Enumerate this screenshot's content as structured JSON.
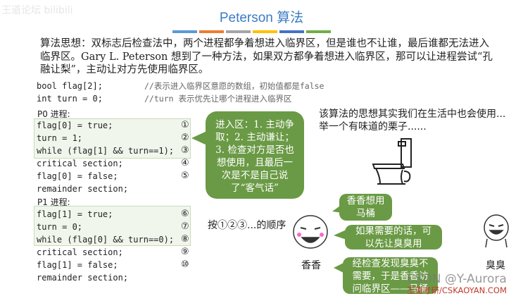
{
  "watermark_top": "王道论坛 bilibili",
  "title": "Peterson 算法",
  "accent_bars": [
    "#5b9bd5",
    "#ed7d31",
    "#a5a5a5",
    "#ffc000",
    "#4472c4",
    "#70ad47"
  ],
  "intro": "算法思想：双标志后检查法中，两个进程都争着想进入临界区，但是谁也不让谁，最后谁都无法进入临界区。Gary L. Peterson 想到了一种方法，如果双方都争着想进入临界区，那可以让进程尝试“孔融让梨”，主动让对方先使用临界区。",
  "decl": [
    {
      "code": "bool flag[2];",
      "comment": "//表示进入临界区意愿的数组，初始值都是false"
    },
    {
      "code": "int turn = 0;",
      "comment": "//turn 表示优先让哪个进程进入临界区"
    }
  ],
  "p0": {
    "label": "P0 进程:",
    "lines": [
      {
        "code": "flag[0] = true;",
        "num": "①"
      },
      {
        "code": "turn = 1;",
        "num": "②"
      },
      {
        "code": "while (flag[1] && turn==1);",
        "num": "③"
      },
      {
        "code": "critical section;",
        "num": "④"
      },
      {
        "code": "flag[0] = false;",
        "num": "⑤"
      },
      {
        "code": "remainder section;",
        "num": ""
      }
    ]
  },
  "p1": {
    "label": "P1 进程:",
    "lines": [
      {
        "code": "flag[1] = true;",
        "num": "⑥"
      },
      {
        "code": "turn = 0;",
        "num": "⑦"
      },
      {
        "code": "while (flag[0] && turn==0);",
        "num": "⑧"
      },
      {
        "code": "critical section;",
        "num": "⑨"
      },
      {
        "code": "flag[1] = false;",
        "num": "⑩"
      },
      {
        "code": "remainder section;",
        "num": ""
      }
    ]
  },
  "callout": "进入区：1. 主动争取；2. 主动谦让；3. 检查对方是否也想使用，且最后一次是不是自己说了“客气话”",
  "order_note": "按①②③...的顺序",
  "example": "该算法的思想其实我们在生活中也会使用...\n举一个有味道的栗子......",
  "bubbles": [
    "香香想用马桶",
    "如果需要的话，可以先让臭臭用",
    "经检查发现臭臭不需要，于是香香访问临界区——马桶"
  ],
  "names": {
    "left": "香香",
    "right": "臭臭"
  },
  "watermark_csdn": "CSDN @Y-Aurora",
  "watermark_site": "王道考研/CSKAOYAN.COM"
}
